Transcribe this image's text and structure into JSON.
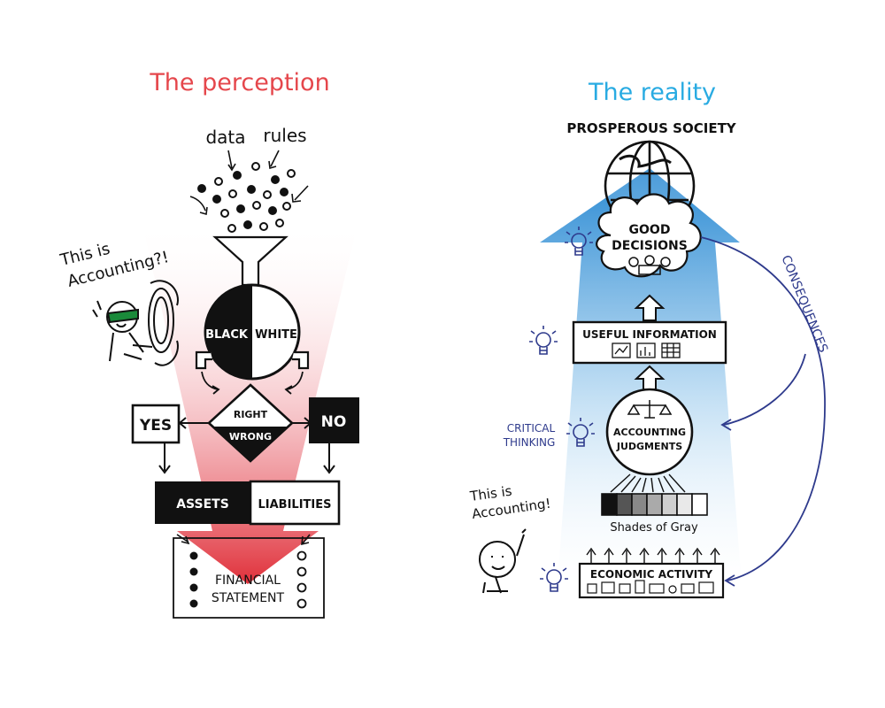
{
  "left_panel": {
    "title": "The perception",
    "title_color": "#e5474c",
    "inputs": {
      "data_label": "data",
      "rules_label": "rules"
    },
    "exclamation": [
      "This is",
      "Accounting?!"
    ],
    "black_label": "BLACK",
    "white_label": "WHITE",
    "decision_top": "RIGHT",
    "decision_bottom": "WRONG",
    "yes_label": "YES",
    "no_label": "NO",
    "assets_label": "ASSETS",
    "liabilities_label": "LIABILITIES",
    "output": [
      "FINANCIAL",
      "STATEMENT"
    ]
  },
  "right_panel": {
    "title": "The reality",
    "title_color": "#29abe2",
    "arrow_color": "#2b8fd4",
    "ink_color": "#2e3a8c",
    "goal": "PROSPEROUS SOCIETY",
    "decisions": [
      "GOOD",
      "DECISIONS"
    ],
    "useful_info": "USEFUL INFORMATION",
    "judgments": [
      "ACCOUNTING",
      "JUDGMENTS"
    ],
    "critical_thinking": [
      "CRITICAL",
      "THINKING"
    ],
    "shades": "Shades of Gray",
    "economic_activity": "ECONOMIC ACTIVITY",
    "consequences": "CONSEQUENCES",
    "exclamation": [
      "This is",
      "Accounting!"
    ]
  }
}
